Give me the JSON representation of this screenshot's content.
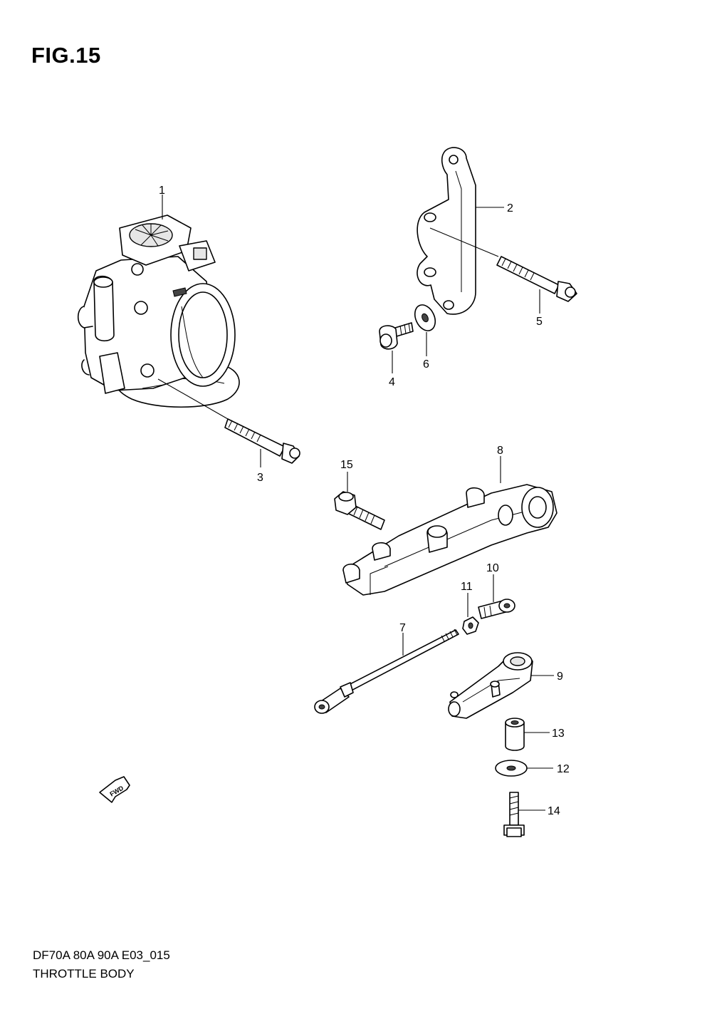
{
  "figure_title": "FIG.15",
  "model_code": "DF70A 80A 90A E03_015",
  "section_name": "THROTTLE BODY",
  "fwd_label": "FWD",
  "callouts": [
    "1",
    "2",
    "3",
    "4",
    "5",
    "6",
    "7",
    "8",
    "9",
    "10",
    "11",
    "12",
    "13",
    "14",
    "15"
  ]
}
